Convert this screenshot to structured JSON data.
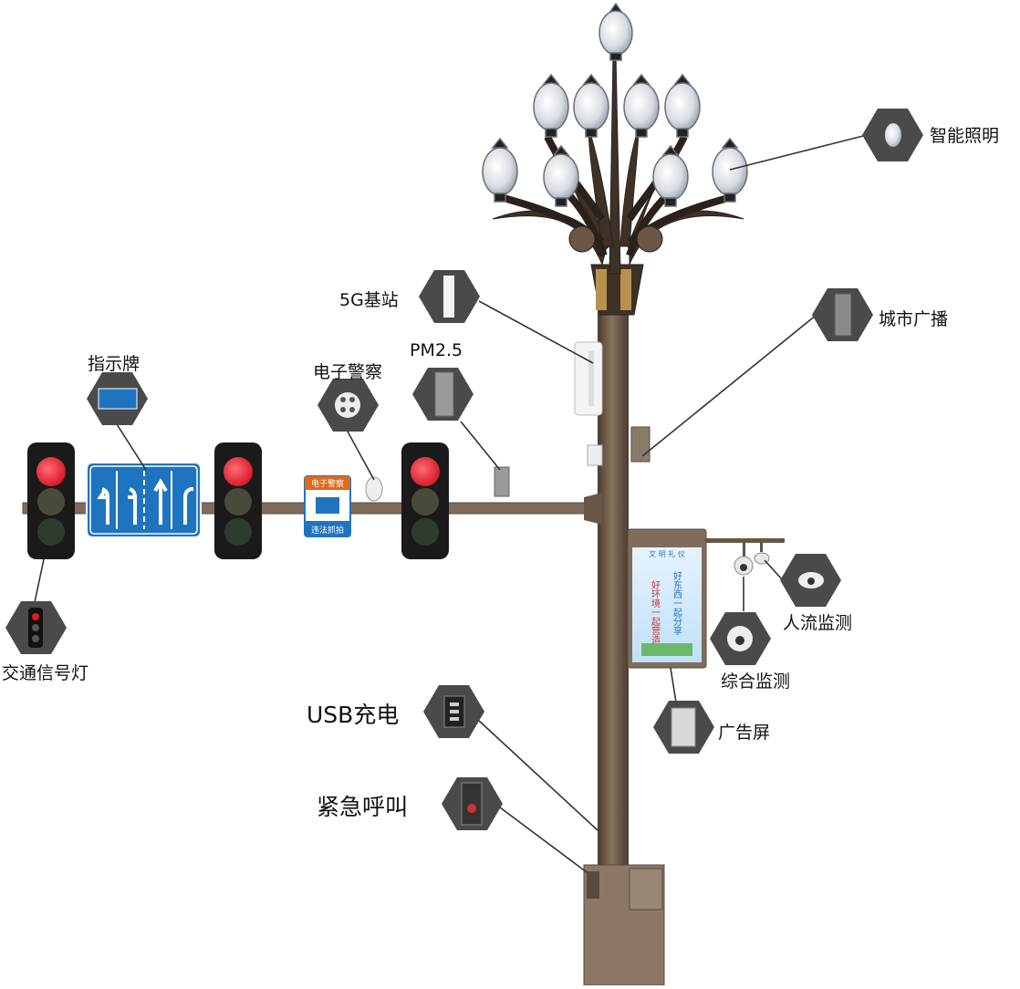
{
  "labels": {
    "smart_lighting": "智能照明",
    "base_station_5g": "5G基站",
    "city_broadcast": "城市广播",
    "guide_sign": "指示牌",
    "electronic_police": "电子警察",
    "pm25": "PM2.5",
    "traffic_light": "交通信号灯",
    "people_flow": "人流监测",
    "integrated_monitoring": "综合监测",
    "ad_screen": "广告屏",
    "usb_charging": "USB充电",
    "emergency_call": "紧急呼叫"
  },
  "police_sign": {
    "top": "电子警察",
    "bottom": "违法抓拍"
  },
  "ad_screen_content": {
    "header": "文 明 礼 仪",
    "col1": "好东西一起分享",
    "col2": "好环境一起营造"
  },
  "colors": {
    "pole": "#6e5a49",
    "pole_dark": "#4a3b2f",
    "hex_badge": "#4a4a4a",
    "sign_blue": "#1f74c0",
    "red_light": "#e8182a"
  }
}
